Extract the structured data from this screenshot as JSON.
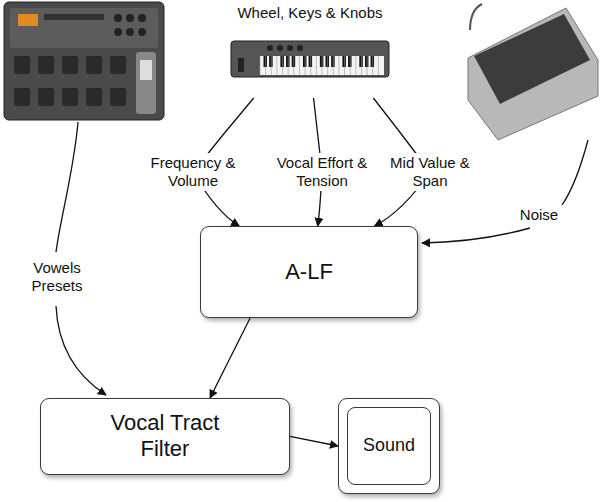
{
  "diagram": {
    "nodes": [
      {
        "text": [
          "Wheel, Keys & Knobs"
        ]
      },
      {
        "text": [
          "A-LF"
        ]
      },
      {
        "text": [
          "Vocal Tract Filter"
        ]
      },
      {
        "text": [
          "Sound"
        ]
      }
    ],
    "edges": [
      {
        "from": 0,
        "to": 1,
        "label": "Frequency & Volume",
        "arrow": "to"
      },
      {
        "from": 0,
        "to": 1,
        "label": "Vocal Effort & Tension",
        "arrow": "to"
      },
      {
        "from": 0,
        "to": 1,
        "label": "Mid Value & Span",
        "arrow": "to"
      },
      {
        "from": 1,
        "to": 2,
        "arrow": "to"
      },
      {
        "from": 2,
        "to": 3,
        "arrow": "to"
      }
    ],
    "labels": [
      "Vowels Presets",
      "Noise"
    ]
  }
}
